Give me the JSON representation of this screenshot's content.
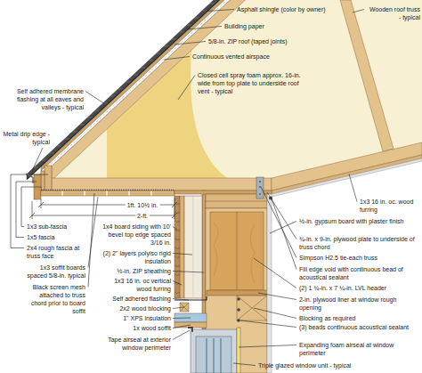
{
  "diagram": {
    "labels": [
      "Asphalt shingle (color by owner)",
      "Wooden roof truss - typical",
      "Building paper",
      "5/8-in. ZIP roof (taped joints)",
      "Continuous vented airspace",
      "Closed cell spray foam approx. 16-in. wide from top plate to underside roof vent - typical",
      "Self adhered membrane flashing at all eaves and valleys - typical",
      "Metal drip edge - typical",
      "1ft. 10½ in.",
      "2-ft.",
      "1x3 sub-fascia",
      "1x5 fascia",
      "2x4 rough fascia at truss face",
      "1x3 soffit boards spaced 5/8-in. typical",
      "Black screen mesh attached to truss chord prior to board soffit",
      "1x4 board siding with 10' bevel top edge spaced 3/16 in.",
      "(2) 2\" layers polyiso rigid insulation",
      "½-in. ZIP sheathing",
      "1x3 16 in. oc vertical wood furring",
      "Self adhered flashing",
      "2x2 wood blocking",
      "1\" XPS insulation",
      "1x wood soffit",
      "Tape airseal at exterior window perimeter",
      "1x3 16 in. oc. wood furring",
      "½-in. gypsum board with plaster finish",
      "¾-in. x 9-in. plywood plate to underside of truss chord",
      "Simpson H2.5 tie-each truss",
      "Fill edge void with continuous bead of acoustical sealant",
      "(2) 1 ¾-in. x 7 ¼-in. LVL header",
      "2-in. plywood liner at window rough opening",
      "Blocking as required",
      "(3) beads continuous acoustical sealant",
      "Expanding foam airseal at window perimeter",
      "Triple glazed window unit - typical"
    ]
  }
}
